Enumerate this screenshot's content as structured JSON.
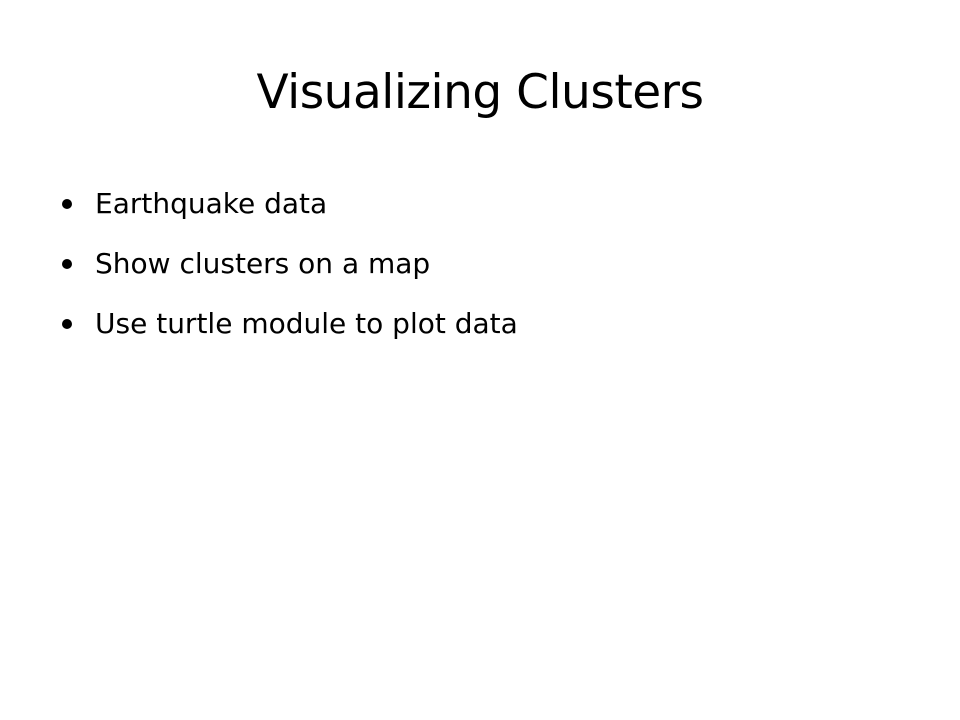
{
  "slide": {
    "title": "Visualizing Clusters",
    "bullets": [
      "Earthquake data",
      "Show clusters on a map",
      "Use turtle module to plot data"
    ]
  }
}
